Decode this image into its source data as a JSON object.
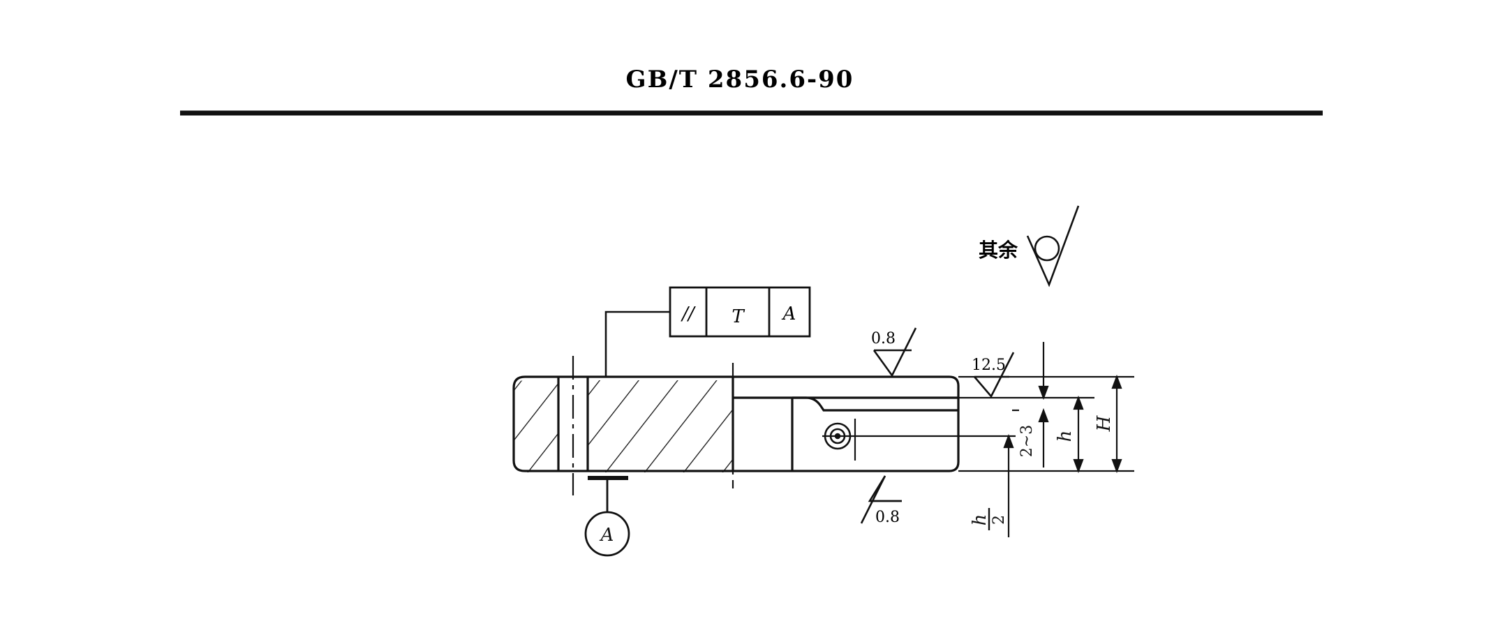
{
  "header": {
    "standard_code": "GB/T 2856.6-90"
  },
  "roughness": {
    "other_label": "其余",
    "top_face_value": "0.8",
    "bottom_face_value": "0.8",
    "slot_face_value": "12.5"
  },
  "tolerance_frame": {
    "symbol": "//",
    "value": "T",
    "datum": "A"
  },
  "datum": {
    "letter": "A"
  },
  "dimensions": {
    "total_height": "H",
    "slot_height": "h",
    "clearance_range": "2~3",
    "half_height_numerator": "h",
    "half_height_denominator": "2"
  }
}
